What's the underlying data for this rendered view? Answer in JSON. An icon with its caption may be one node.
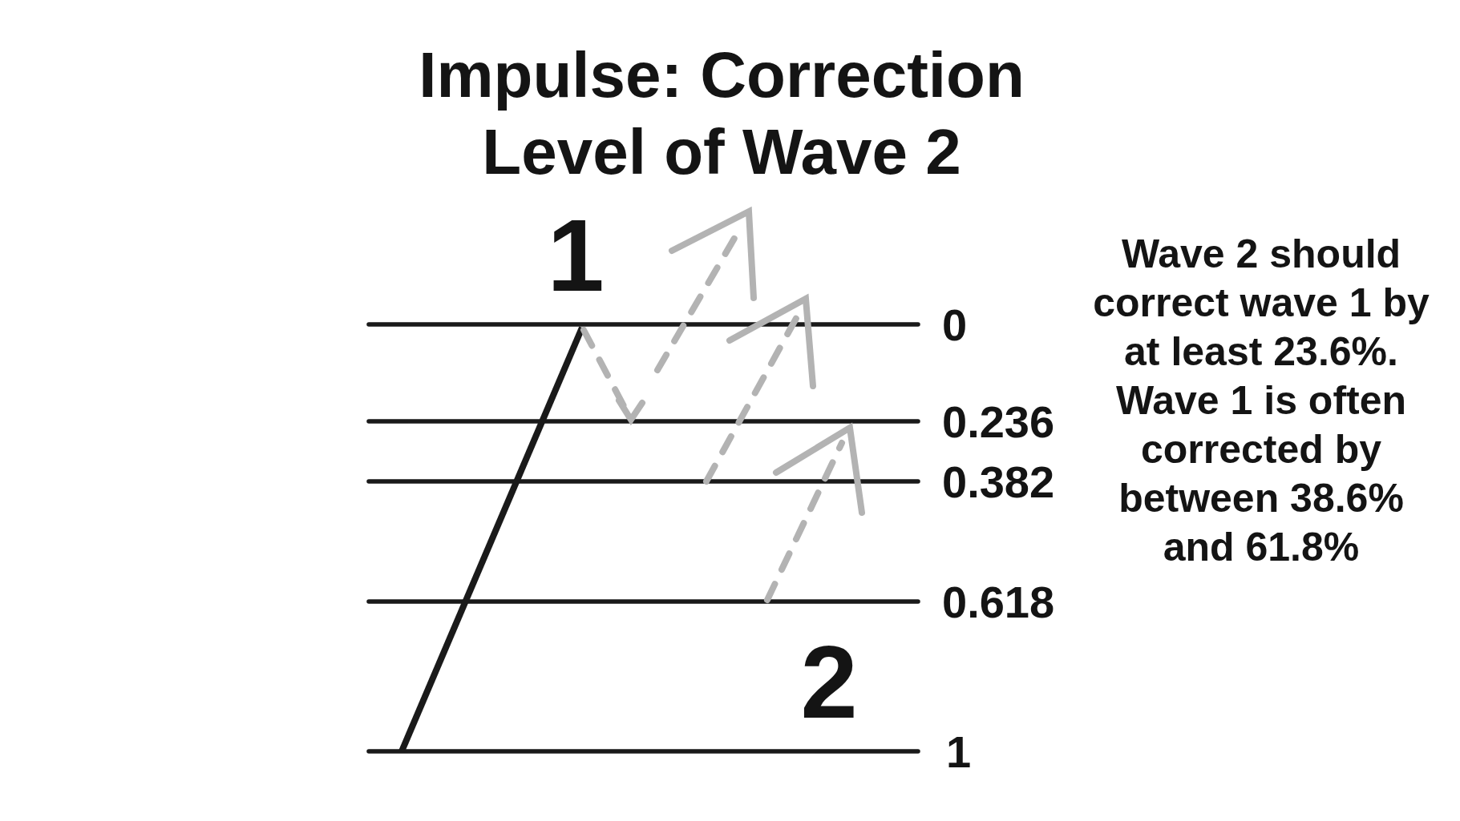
{
  "diagram": {
    "title": "Impulse: Correction Level of Wave 2",
    "labels": [
      "1",
      "0",
      "0.236",
      "0.382",
      "0.618",
      "2",
      "1",
      "Wave 2 should correct wave 1 by at least 23.6%. Wave 1 is often corrected by between 38.6% and 61.8%"
    ]
  }
}
